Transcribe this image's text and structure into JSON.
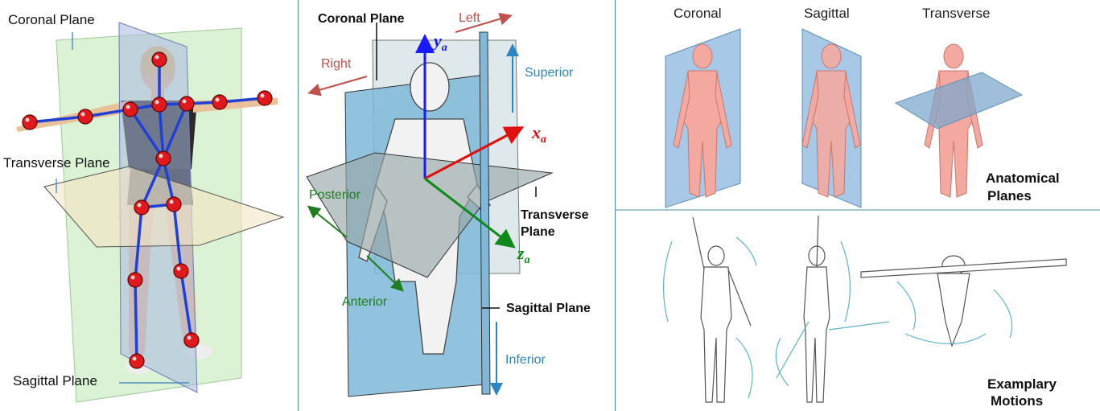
{
  "left": {
    "coronal_label": "Coronal Plane",
    "transverse_label": "Transverse Plane",
    "sagittal_label": "Sagittal Plane"
  },
  "middle": {
    "coronal_label": "Coronal Plane",
    "transverse_label_1": "Transverse",
    "transverse_label_2": "Plane",
    "sagittal_label": "Sagittal Plane",
    "left_dir": "Left",
    "right_dir": "Right",
    "superior_dir": "Superior",
    "inferior_dir": "Inferior",
    "posterior_dir": "Posterior",
    "anterior_dir": "Anterior",
    "axis_x": "x",
    "axis_y": "y",
    "axis_z": "z",
    "axis_sub": "a"
  },
  "right": {
    "coronal_label": "Coronal",
    "sagittal_label": "Sagittal",
    "transverse_label": "Transverse",
    "anatomical_1": "Anatomical",
    "anatomical_2": "Planes",
    "motions_1": "Examplary",
    "motions_2": "Motions"
  },
  "colors": {
    "divider": "#4a8fa8",
    "joint": "#e0191e",
    "skeleton": "#1f3fd6",
    "axis_x": "#e01010",
    "axis_y": "#1a1aff",
    "axis_z": "#0f8a1a",
    "dir_red": "#c0504d",
    "dir_blue": "#2e86c1",
    "dir_green": "#1e7d1e",
    "plane_green": "#c8f0c0",
    "plane_blue": "#7fb8d8",
    "plane_tan": "#f4e4c4",
    "body_pink": "#f4a9a0"
  }
}
